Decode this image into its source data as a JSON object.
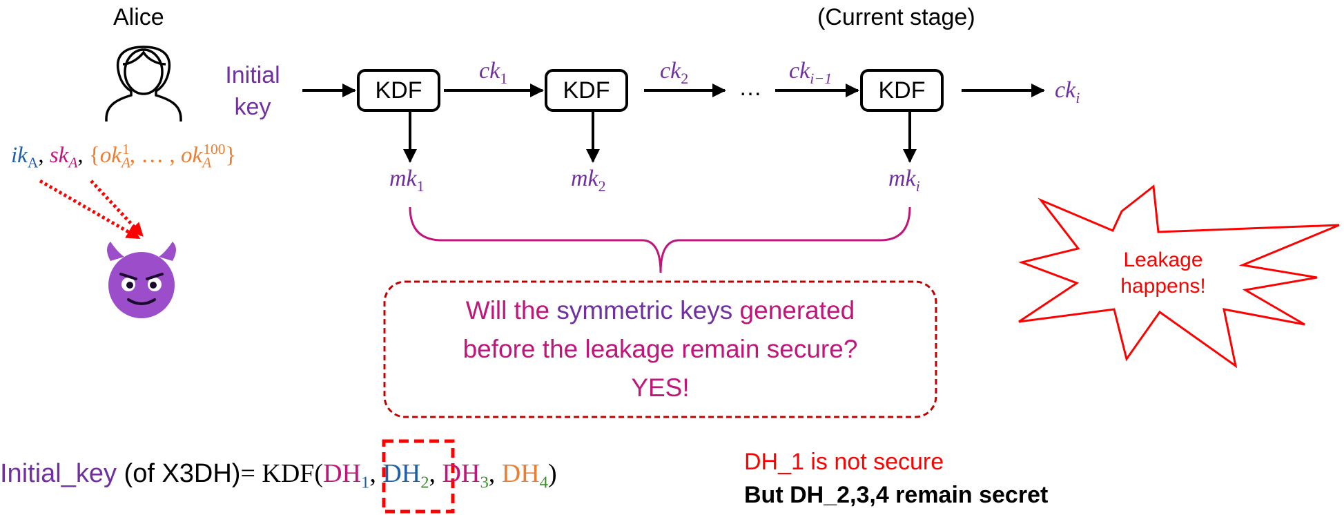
{
  "alice": {
    "name": "Alice"
  },
  "stage": {
    "label": "(Current stage)"
  },
  "initial_key": {
    "line1": "Initial",
    "line2": "key"
  },
  "chain": {
    "kdf_label": "KDF",
    "ck1": "ck",
    "ck1_sub": "1",
    "ck2": "ck",
    "ck2_sub": "2",
    "ellipsis": "…",
    "cki_1": "ck",
    "cki_1_sub": "i−1",
    "cki": "ck",
    "cki_sub": "i",
    "mk1": "mk",
    "mk1_sub": "1",
    "mk2": "mk",
    "mk2_sub": "2",
    "mki": "mk",
    "mki_sub": "i"
  },
  "alice_keys": {
    "ik": "ik",
    "ik_sub": "A",
    "sep1": ",",
    "sk": "sk",
    "sk_sub": "A",
    "sep2": ",",
    "ok_open": "{",
    "ok1": "ok",
    "ok1_sub": "A",
    "ok1_sup": "1",
    "ok_mid": ", … , ",
    "ok100": "ok",
    "ok100_sub": "A",
    "ok100_sup": "100",
    "ok_close": "}"
  },
  "question": {
    "line1_a": "Will the ",
    "line1_b": "symmetric keys",
    "line1_c": " generated",
    "line2": "before the leakage remain secure?",
    "line3": "YES!"
  },
  "leakage": {
    "line1": "Leakage",
    "line2": "happens!"
  },
  "formula": {
    "initial_key": "Initial_key",
    "of_x3dh": " (of X3DH)",
    "eq": "= KDF(",
    "dh1": "DH",
    "dh1_sub": "1",
    "dh2": "DH",
    "dh2_sub": "2",
    "dh3": "DH",
    "dh3_sub": "3",
    "dh4": "DH",
    "dh4_sub": "4",
    "comma": ", ",
    "close": ")"
  },
  "notes": {
    "not_secure": "DH_1 is not secure",
    "remain_secret": "But DH_2,3,4 remain secret"
  },
  "colors": {
    "purple": "#7030a0",
    "blue": "#1f5fa8",
    "pink": "#c0157a",
    "orange": "#ed7d31",
    "green": "#3a8f2a",
    "red": "#ff0000",
    "dark_red": "#c00000"
  },
  "icons": {
    "alice": "person-outline-icon",
    "attacker": "smiling-devil-icon"
  }
}
